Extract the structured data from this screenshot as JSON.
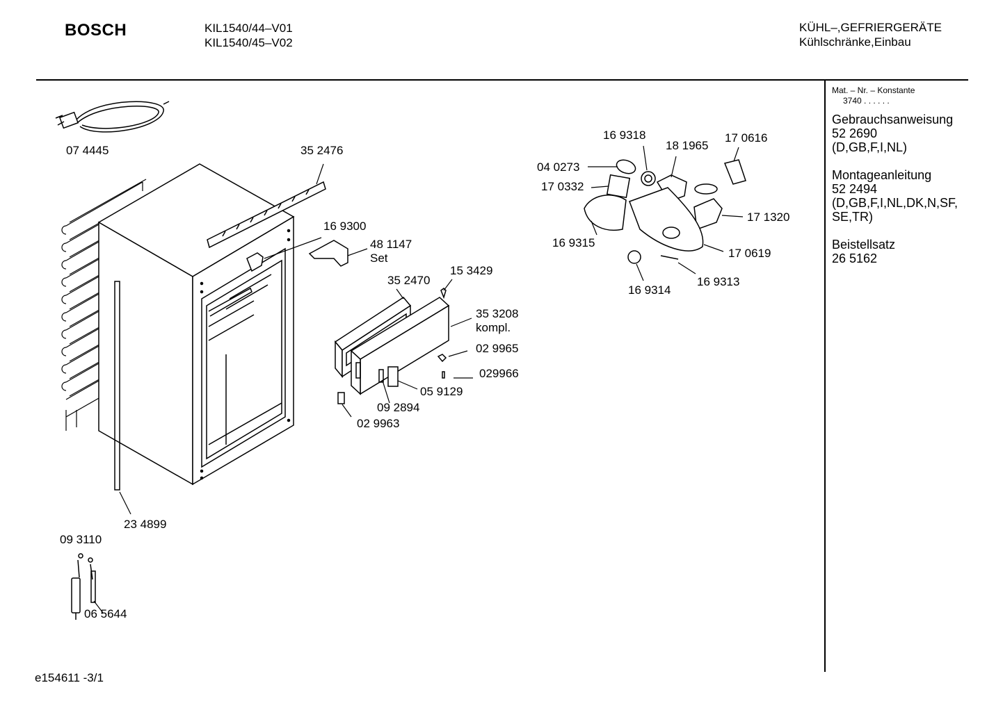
{
  "header": {
    "brand": "BOSCH",
    "models": [
      "KIL1540/44–V01",
      "KIL1540/45–V02"
    ],
    "category": "KÜHL–,GEFRIERGERÄTE",
    "subcategory": "Kühlschränke,Einbau"
  },
  "sidebar": {
    "mat_label": "Mat. – Nr. – Konstante",
    "mat_value": "3740 . . . . . .",
    "sections": [
      {
        "title": "Gebrauchsanweisung",
        "lines": [
          "52 2690",
          "(D,GB,F,I,NL)"
        ]
      },
      {
        "title": "Montageanleitung",
        "lines": [
          "52 2494",
          "(D,GB,F,I,NL,DK,N,SF,",
          "SE,TR)"
        ]
      },
      {
        "title": "Beistellsatz",
        "lines": [
          "26 5162"
        ]
      }
    ]
  },
  "parts": {
    "p074445": "07 4445",
    "p352476": "35 2476",
    "p169300": "16 9300",
    "p481147": "48 1147",
    "p481147b": "Set",
    "p153429": "15 3429",
    "p352470": "35 2470",
    "p353208": "35 3208",
    "p353208b": "kompl.",
    "p029965": "02 9965",
    "p029966": "029966",
    "p059129": "05 9129",
    "p092894": "09 2894",
    "p029963": "02 9963",
    "p234899": "23 4899",
    "p093110": "09 3110",
    "p065644": "06 5644",
    "p169318": "16 9318",
    "p181965": "18 1965",
    "p170616": "17 0616",
    "p040273": "04 0273",
    "p170332": "17 0332",
    "p171320": "17 1320",
    "p169315": "16 9315",
    "p170619": "17 0619",
    "p169314": "16 9314",
    "p169313": "16 9313"
  },
  "footer": {
    "doc_id": "e154611 -3/1"
  }
}
